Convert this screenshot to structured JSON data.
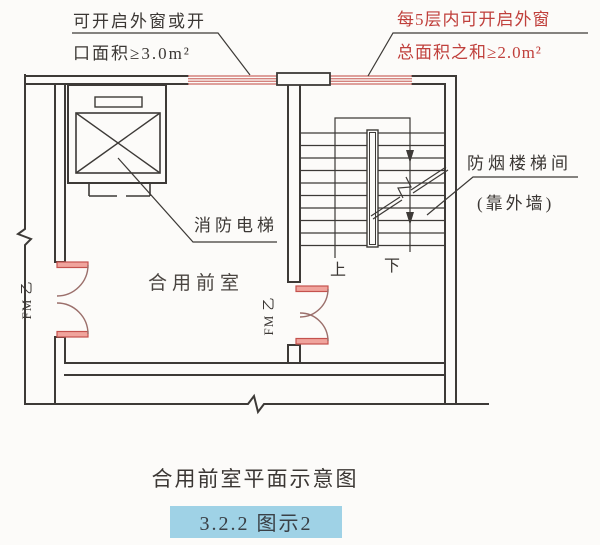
{
  "colors": {
    "line": "#3d3a37",
    "red_annotation": "#c0403c",
    "window_red": "#d4827e",
    "door_red": "#c4524e",
    "door_fill": "#f0a49d",
    "door_arc": "#9b6f6b",
    "highlight_bg": "#9fd2e6"
  },
  "annotations": {
    "window_left_line1": "可开启外窗或开",
    "window_left_line2": "口面积≥3.0m²",
    "window_right_line1": "每5层内可开启外窗",
    "window_right_line2": "总面积之和≥2.0m²",
    "stairwell_line1": "防烟楼梯间",
    "stairwell_line2": "(靠外墙)",
    "elevator_label": "消防电梯",
    "room_label": "合用前室",
    "stair_up": "上",
    "stair_down": "下",
    "door_left_label": "FM 乙",
    "door_middle_label": "FM 乙"
  },
  "caption": {
    "title": "合用前室平面示意图",
    "figure_ref": "3.2.2 图示2"
  }
}
